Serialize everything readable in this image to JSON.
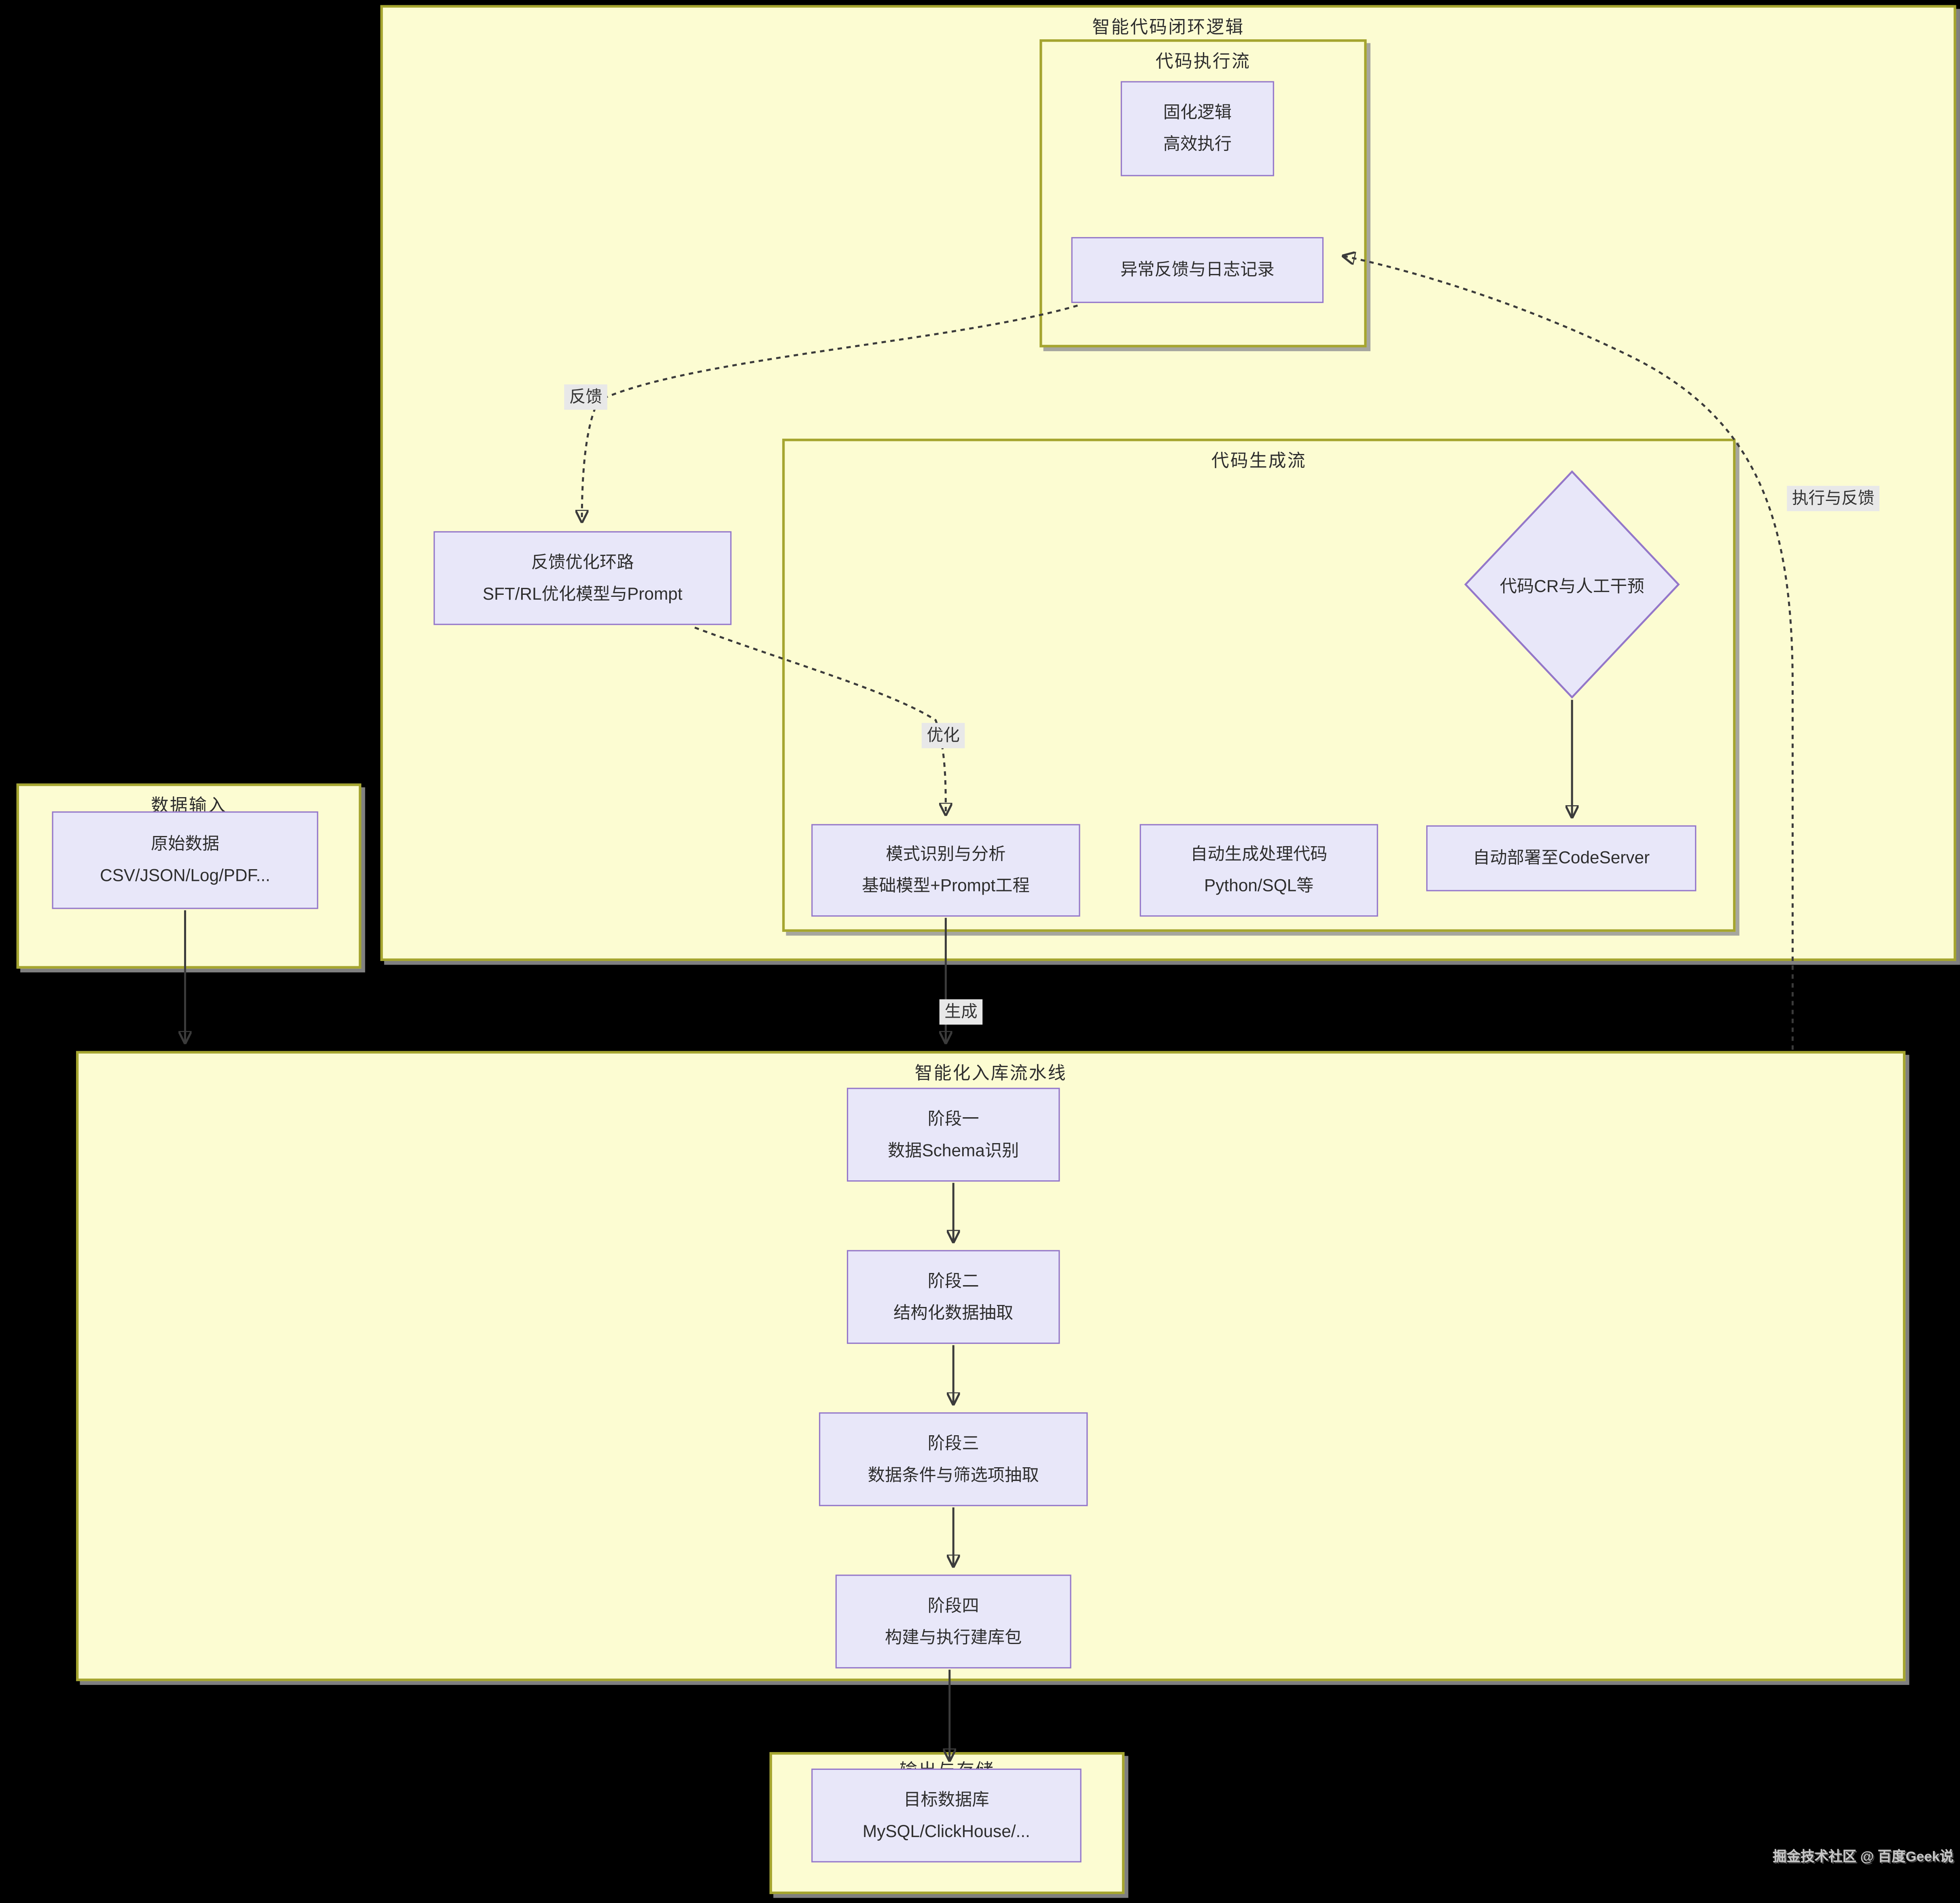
{
  "containers": {
    "code_loop": "智能代码闭环逻辑",
    "code_exec": "代码执行流",
    "code_gen": "代码生成流",
    "data_input": "数据输入",
    "pipeline": "智能化入库流水线",
    "output": "输出与存储"
  },
  "nodes": {
    "solid_logic": {
      "line1": "固化逻辑",
      "line2": "高效执行"
    },
    "exception_log": {
      "line1": "异常反馈与日志记录"
    },
    "feedback_loop": {
      "line1": "反馈优化环路",
      "line2": "SFT/RL优化模型与Prompt"
    },
    "code_cr": {
      "line1": "代码CR与人工干预"
    },
    "pattern_recog": {
      "line1": "模式识别与分析",
      "line2": "基础模型+Prompt工程"
    },
    "auto_code": {
      "line1": "自动生成处理代码",
      "line2": "Python/SQL等"
    },
    "deploy": {
      "line1": "自动部署至CodeServer"
    },
    "raw_data": {
      "line1": "原始数据",
      "line2": "CSV/JSON/Log/PDF..."
    },
    "stage1": {
      "line1": "阶段一",
      "line2": "数据Schema识别"
    },
    "stage2": {
      "line1": "阶段二",
      "line2": "结构化数据抽取"
    },
    "stage3": {
      "line1": "阶段三",
      "line2": "数据条件与筛选项抽取"
    },
    "stage4": {
      "line1": "阶段四",
      "line2": "构建与执行建库包"
    },
    "target_db": {
      "line1": "目标数据库",
      "line2": "MySQL/ClickHouse/..."
    }
  },
  "edge_labels": {
    "feedback": "反馈",
    "optimize": "优化",
    "generate": "生成",
    "exec_feedback": "执行与反馈"
  },
  "watermark": "掘金技术社区 @ 百度Geek说",
  "colors": {
    "background": "#000000",
    "container_bg": "#fcfcd2",
    "container_border": "#a5a52f",
    "node_bg": "#e8e7f9",
    "node_border": "#9477c9",
    "edge": "#3b3b3b",
    "edge_label_bg": "#e8e8e8",
    "text": "#2e2e2e"
  }
}
